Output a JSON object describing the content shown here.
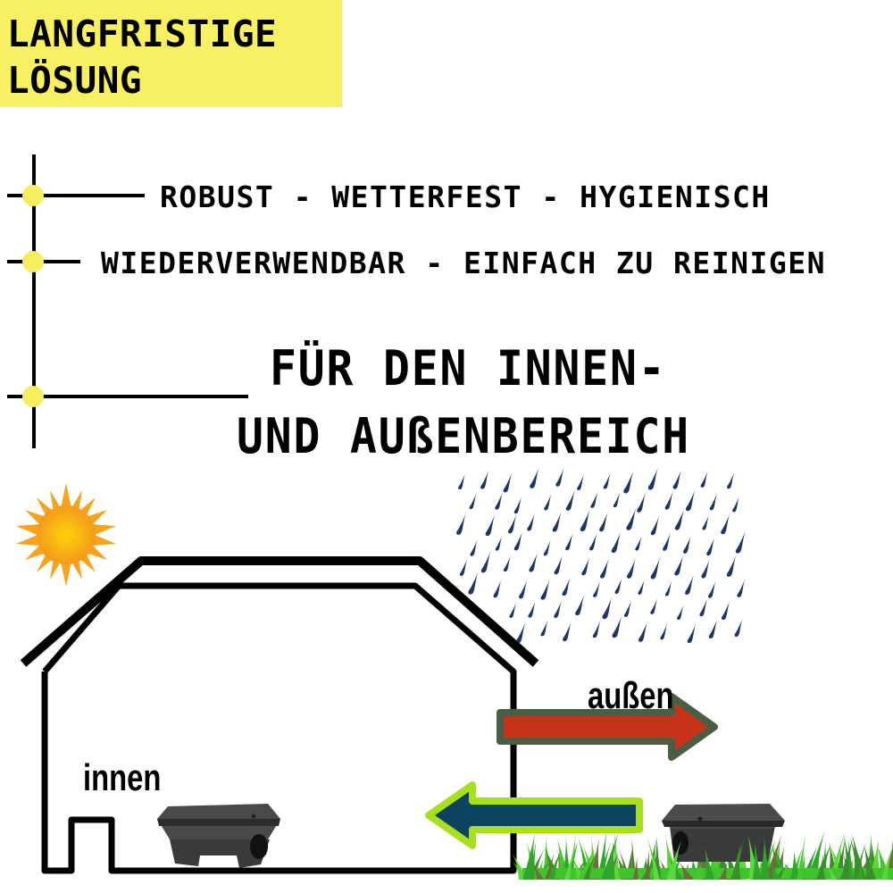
{
  "title": {
    "lines": [
      "LANGFRISTIGE",
      "LÖSUNG"
    ],
    "background_color": "#f7f063"
  },
  "features": [
    "ROBUST - WETTERFEST - HYGIENISCH",
    "WIEDERVERWENDBAR - EINFACH ZU REINIGEN"
  ],
  "headline": {
    "lines": [
      "FÜR DEN INNEN-",
      "UND AUßENBEREICH"
    ]
  },
  "illustration": {
    "inside_label": "innen",
    "outside_label": "außen",
    "icons": [
      "sun-icon",
      "rain-icon",
      "house-outline",
      "bait-station",
      "grass",
      "arrow-right",
      "arrow-left"
    ],
    "colors": {
      "bullet_dot": "#f5ee5e",
      "sun": "#f7a51c",
      "rain": "#1f3563",
      "arrow_out_fill": "#c8321a",
      "arrow_out_border": "#4a5e45",
      "arrow_in_fill": "#0c4460",
      "arrow_in_border": "#a8e021",
      "grass": "#3fc52b"
    }
  }
}
